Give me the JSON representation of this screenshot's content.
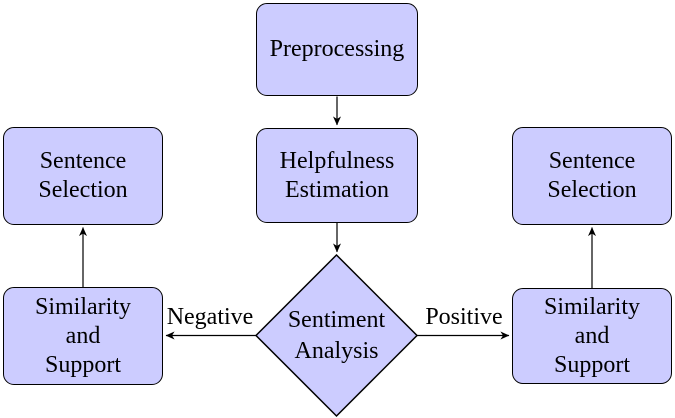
{
  "colors": {
    "background": "#ffffff",
    "node_fill": "#ccccff",
    "node_border": "#000000",
    "arrow": "#000000",
    "text": "#000000"
  },
  "nodes": {
    "preprocessing": {
      "lines": [
        "Preprocessing"
      ]
    },
    "helpfulness_estimation": {
      "lines": [
        "Helpfulness",
        "Estimation"
      ]
    },
    "sentiment_analysis": {
      "lines": [
        "Sentiment",
        "Analysis"
      ]
    },
    "sentence_selection_left": {
      "lines": [
        "Sentence",
        "Selection"
      ]
    },
    "similarity_support_left": {
      "lines": [
        "Similarity",
        "and",
        "Support"
      ]
    },
    "sentence_selection_right": {
      "lines": [
        "Sentence",
        "Selection"
      ]
    },
    "similarity_support_right": {
      "lines": [
        "Similarity",
        "and",
        "Support"
      ]
    }
  },
  "edge_labels": {
    "negative": "Negative",
    "positive": "Positive"
  }
}
